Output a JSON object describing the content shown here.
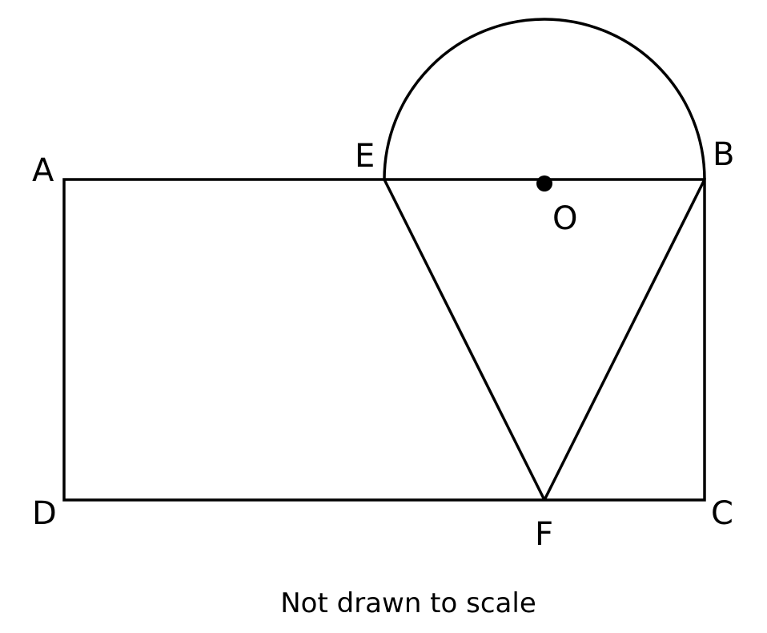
{
  "figure": {
    "caption": "Not drawn to scale",
    "line_color": "#000000",
    "text_color": "#000000",
    "points": {
      "A": "A",
      "B": "B",
      "C": "C",
      "D": "D",
      "E": "E",
      "F": "F",
      "O": "O"
    }
  }
}
